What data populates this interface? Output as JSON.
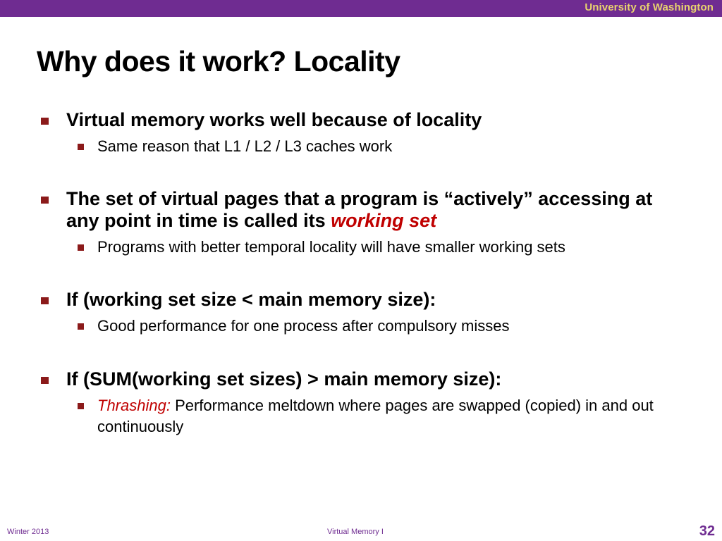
{
  "header": {
    "org_name": "University of Washington",
    "bar_color": "#6f2c91"
  },
  "title": "Why does it work?  Locality",
  "bullets": [
    {
      "text": "Virtual memory works well because of locality",
      "subs": [
        {
          "text": "Same reason that L1 / L2 / L3 caches work"
        }
      ]
    },
    {
      "text_prefix": "The set of virtual pages that a program is “actively” accessing at any point in time is called its ",
      "emphasis": "working set",
      "subs": [
        {
          "text": "Programs with better temporal locality will have smaller working sets"
        }
      ]
    },
    {
      "text": "If (working set size < main memory size):",
      "subs": [
        {
          "text": "Good performance for one process after compulsory misses"
        }
      ]
    },
    {
      "text": "If (SUM(working set sizes) > main memory size):",
      "subs": [
        {
          "emphasis": "Thrashing:",
          "text": " Performance meltdown where pages are swapped (copied) in and out continuously"
        }
      ]
    }
  ],
  "footer": {
    "left": "Winter 2013",
    "center": "Virtual Memory I",
    "page_number": "32"
  },
  "colors": {
    "accent": "#6f2c91",
    "bullet": "#8b1a1a",
    "emphasis": "#c00000",
    "org_text": "#e8d36e"
  }
}
